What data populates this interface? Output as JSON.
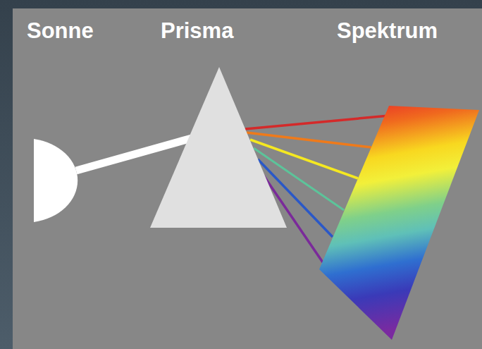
{
  "diagram": {
    "labels": [
      "Sonne",
      "Prisma",
      "Spektrum"
    ]
  }
}
